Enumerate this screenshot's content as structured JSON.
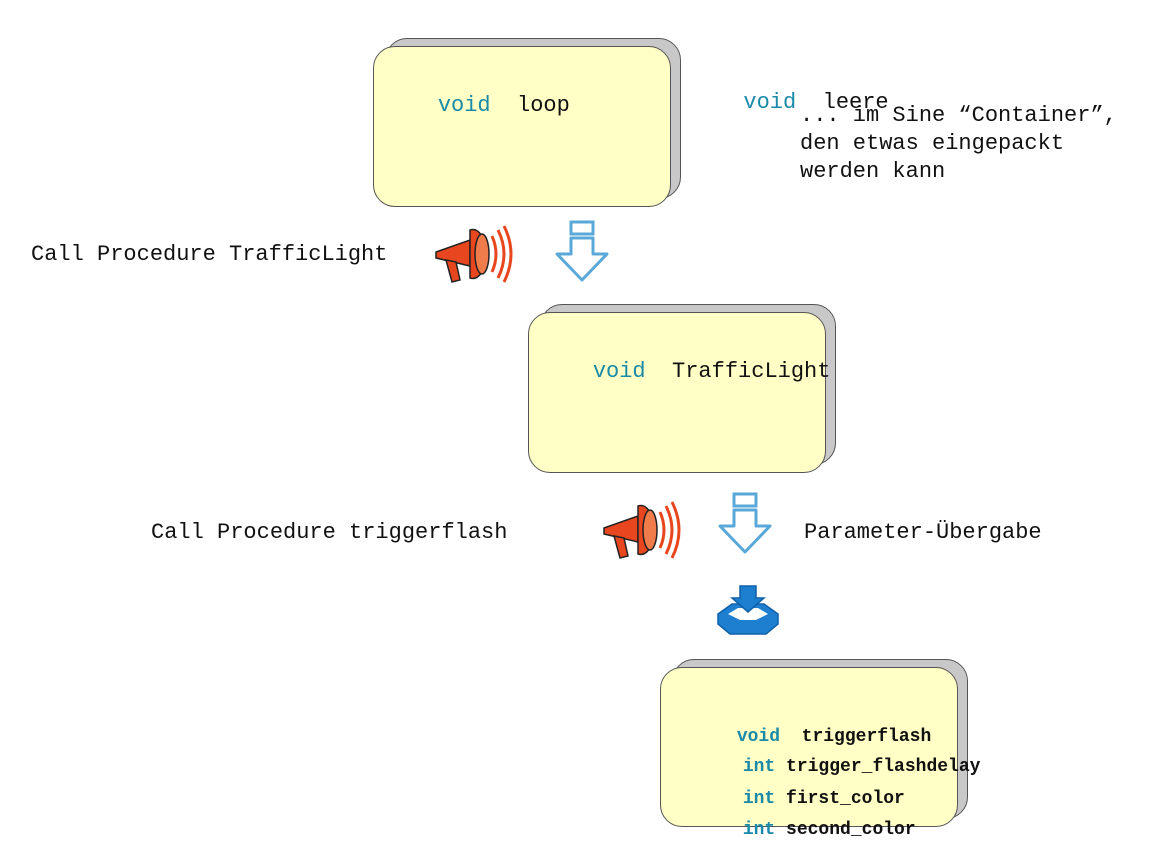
{
  "loop_box": {
    "keyword": "void",
    "name": "loop"
  },
  "note": {
    "keyword": "void",
    "word": "leere",
    "lines": [
      "... im Sine “Container”,",
      "den etwas eingepackt",
      "werden kann"
    ]
  },
  "call_traffic": "Call Procedure TrafficLight",
  "traffic_box": {
    "keyword": "void",
    "name": "TrafficLight"
  },
  "call_trigger": "Call Procedure triggerflash",
  "param_label": "Parameter-Übergabe",
  "trigger_box": {
    "keyword": "void",
    "name": "triggerflash",
    "params": [
      {
        "type": "int",
        "name": "trigger_flashdelay"
      },
      {
        "type": "int",
        "name": "first_color"
      },
      {
        "type": "int",
        "name": "second_color"
      }
    ]
  },
  "colors": {
    "keyword": "#1a8aa8",
    "card": "#ffffc6",
    "megaphone": "#e8461e",
    "arrow": "#5aa8d8",
    "inbox": "#1e7fd0"
  },
  "icons": [
    "megaphone-icon",
    "down-arrow-icon",
    "inbox-icon"
  ]
}
